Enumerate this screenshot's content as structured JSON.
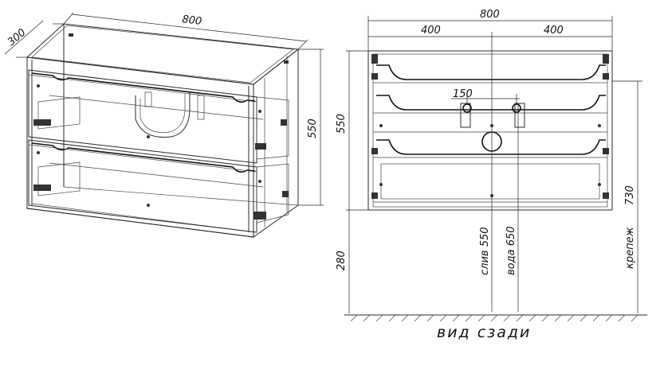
{
  "left_view": {
    "width_label": "800",
    "depth_label": "300",
    "height_label": "550"
  },
  "back_view": {
    "width_label": "800",
    "half_left_label": "400",
    "half_right_label": "400",
    "height_label": "550",
    "hole_spacing_label": "150",
    "floor_offset_label": "280",
    "drain_label": "слив 550",
    "water_label": "вода 650",
    "mount_label": "крепеж",
    "mount_height_label": "730",
    "caption": "вид сзади"
  }
}
